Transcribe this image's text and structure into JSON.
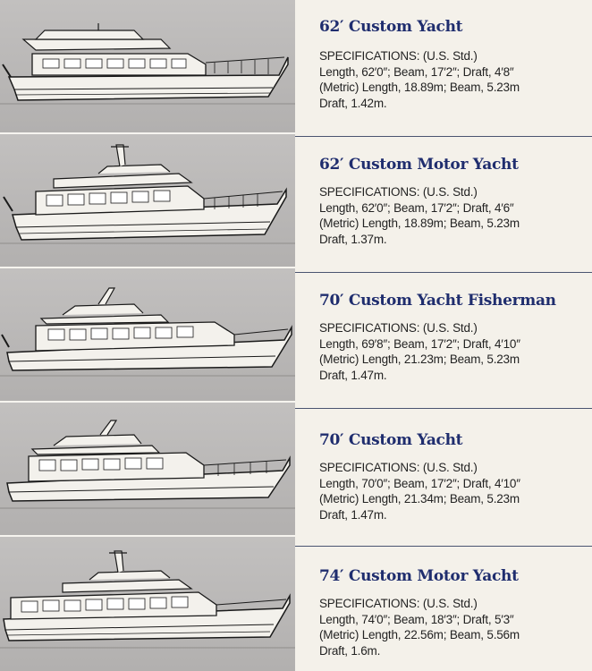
{
  "yachts": [
    {
      "title": "62′ Custom Yacht",
      "lines": [
        "SPECIFICATIONS: (U.S. Std.)",
        "Length, 62′0″; Beam, 17′2″; Draft, 4′8″",
        "(Metric) Length, 18.89m; Beam, 5.23m",
        "Draft, 1.42m."
      ]
    },
    {
      "title": "62′ Custom Motor Yacht",
      "lines": [
        "SPECIFICATIONS: (U.S. Std.)",
        "Length, 62′0″; Beam, 17′2″; Draft, 4′6″",
        "(Metric) Length, 18.89m; Beam, 5.23m",
        "Draft, 1.37m."
      ]
    },
    {
      "title": "70′ Custom Yacht Fisherman",
      "lines": [
        "SPECIFICATIONS: (U.S. Std.)",
        "Length, 69′8″; Beam, 17′2″; Draft, 4′10″",
        "(Metric) Length, 21.23m; Beam, 5.23m",
        "Draft, 1.47m."
      ]
    },
    {
      "title": "70′ Custom Yacht",
      "lines": [
        "SPECIFICATIONS: (U.S. Std.)",
        "Length, 70′0″; Beam, 17′2″; Draft, 4′10″",
        "(Metric) Length, 21.34m; Beam, 5.23m",
        "Draft, 1.47m."
      ]
    },
    {
      "title": "74′ Custom Motor Yacht",
      "lines": [
        "SPECIFICATIONS: (U.S. Std.)",
        "Length, 74′0″; Beam, 18′3″; Draft, 5′3″",
        "(Metric) Length, 22.56m; Beam, 5.56m",
        "Draft, 1.6m."
      ]
    }
  ],
  "colors": {
    "title": "#1f2d6e",
    "body_text": "#232323",
    "panel_gray": "#b9b7b6",
    "paper": "#f4f1ea",
    "rule": "#4a5470"
  },
  "icons": [
    "yacht-drawing-icon"
  ]
}
